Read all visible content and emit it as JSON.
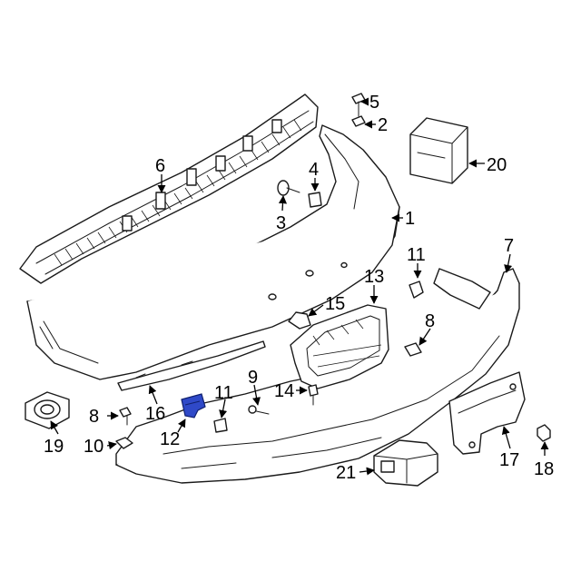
{
  "callouts": {
    "c1": "1",
    "c2": "2",
    "c3": "3",
    "c4": "4",
    "c5": "5",
    "c6": "6",
    "c7": "7",
    "c8a": "8",
    "c8b": "8",
    "c9": "9",
    "c10": "10",
    "c11a": "11",
    "c11b": "11",
    "c12": "12",
    "c13": "13",
    "c14": "14",
    "c15": "15",
    "c16": "16",
    "c17": "17",
    "c18": "18",
    "c19": "19",
    "c20": "20",
    "c21": "21"
  },
  "colors": {
    "line": "#1a1a1a",
    "highlight": "#2f49c8",
    "background": "#ffffff"
  }
}
